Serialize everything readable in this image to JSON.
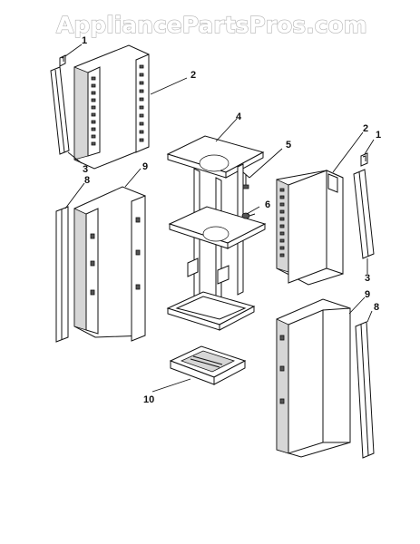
{
  "watermark": {
    "text": "AppliancePartsPros.com"
  },
  "callouts": {
    "c1_left": "1",
    "c2_left": "2",
    "c3_left": "3",
    "c4": "4",
    "c5": "5",
    "c6": "6",
    "c8_left": "8",
    "c9_left": "9",
    "c10": "10",
    "c2_right": "2",
    "c1_right": "1",
    "c3_right": "3",
    "c9_right": "9",
    "c8_right": "8"
  }
}
